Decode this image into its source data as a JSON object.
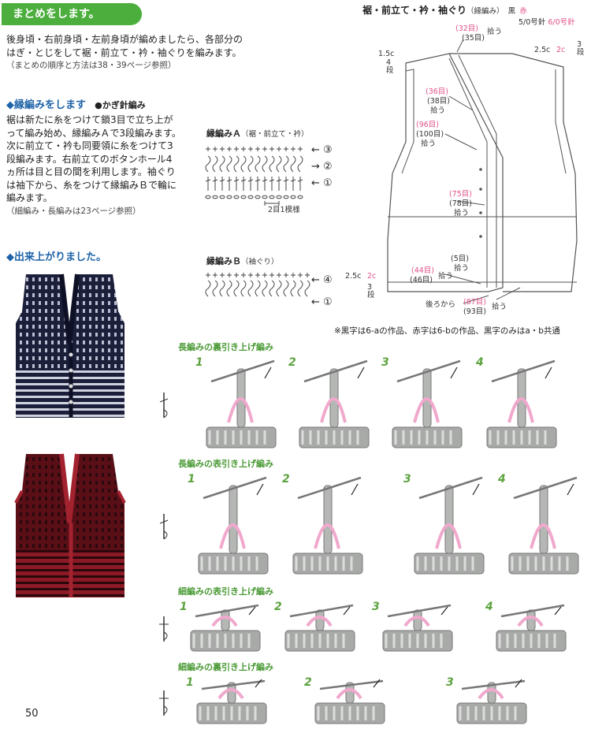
{
  "header": {
    "badge": "まとめをします。"
  },
  "intro": {
    "lines": [
      "後身頃・右前身頃・左前身頃が編めましたら、各部分の",
      "はぎ・とじをして裾・前立て・衿・袖ぐりを編みます。"
    ],
    "note": "（まとめの順序と方法は38・39ページ参照）"
  },
  "edging": {
    "title": "◆縁編みをします",
    "subtitle": "●かぎ針編み",
    "lines": [
      "裾は新たに糸をつけて鎖3目で立ち上が",
      "って編み始め、縁編みＡで3段編みます。",
      "次に前立て・衿も同要領に糸をつけて3",
      "段編みます。右前立てのボタンホール4",
      "ヵ所は目と目の間を利用します。袖ぐり",
      "は袖下から、糸をつけて縁編みＢで輪に",
      "編みます。"
    ],
    "note": "（細編み・長編みは23ページ参照）"
  },
  "finished": {
    "title": "◆出来上がりました。"
  },
  "patternA": {
    "title": "縁編みＡ",
    "subtitle": "（裾・前立て・衿）",
    "rows": [
      "③",
      "②",
      "①"
    ],
    "repeat": "2目1模様"
  },
  "patternB": {
    "title": "縁編みＢ",
    "subtitle": "（袖ぐり）",
    "rows": [
      "④",
      "①"
    ]
  },
  "schematic": {
    "title": "裾・前立て・衿・袖ぐり",
    "title_sub": "（縁編み）",
    "legend_black": "黒",
    "legend_red": "赤",
    "legend_needle_black": "5/0号針",
    "legend_needle_red": "6/0号針",
    "labels": {
      "top_red": "(32目)",
      "top_black": "(35目)",
      "pick": "拾う",
      "shoulder_left": "1.5c",
      "rows4": "4段",
      "shoulder_right": "2.5c",
      "shoulder_right_red": "2c",
      "rows3_top": "3段",
      "v1_red": "(36目)",
      "v1_black": "(38目)",
      "v2_red": "(96目)",
      "v2_black": "(100目)",
      "v3_red": "(75目)",
      "v3_black": "(78目)",
      "bottom_left": "2.5c",
      "bottom_left_red": "2c",
      "rows3_bottom": "3段",
      "v4_red": "(44目)",
      "v4_black": "(46目)",
      "corner": "(5目)",
      "back_from": "後ろから",
      "v5_red": "(87目)",
      "v5_black": "(93目)"
    },
    "footnote": "※黒字は6-aの作品、赤字は6-bの作品、黒字のみはa・b共通"
  },
  "techniques": [
    {
      "title": "長編みの裏引き上げ編み",
      "steps": [
        "1",
        "2",
        "3",
        "4"
      ]
    },
    {
      "title": "長編みの表引き上げ編み",
      "steps": [
        "1",
        "2",
        "3",
        "4"
      ]
    },
    {
      "title": "細編みの表引き上げ編み",
      "steps": [
        "1",
        "2",
        "3",
        "4"
      ]
    },
    {
      "title": "細編みの裏引き上げ編み",
      "steps": [
        "1",
        "2",
        "3"
      ]
    }
  ],
  "page_number": "50",
  "colors": {
    "accent_green": "#4cae3d",
    "heading_blue": "#1e63a8",
    "pink": "#e0538a"
  }
}
